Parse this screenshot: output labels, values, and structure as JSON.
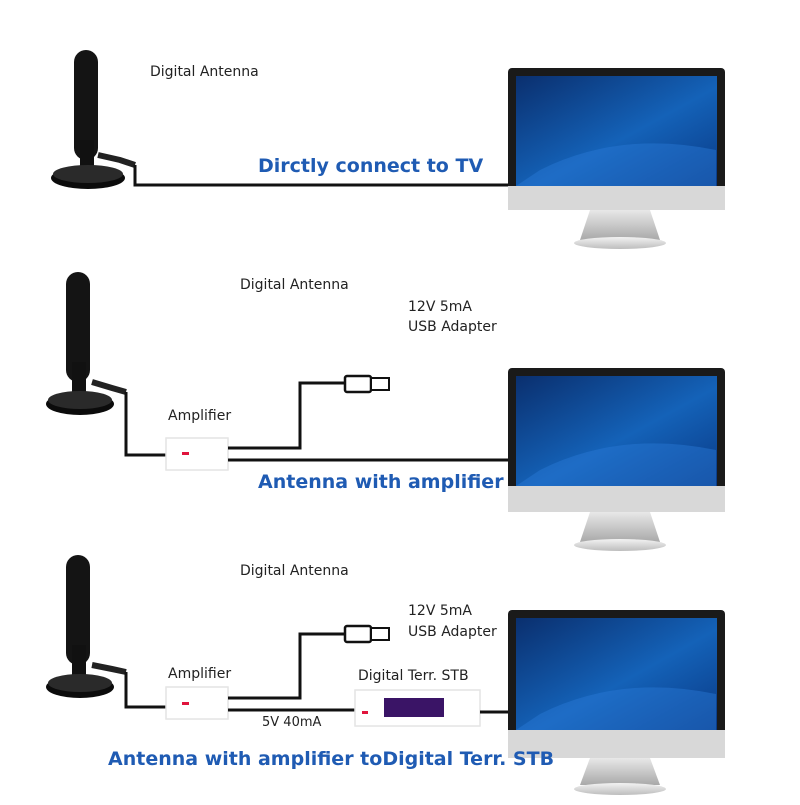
{
  "scenarios": [
    {
      "title": "Dirctly connect to TV",
      "antenna_label": "Digital Antenna"
    },
    {
      "title": "Antenna with amplifier",
      "antenna_label": "Digital Antenna",
      "amplifier_label": "Amplifier",
      "adapter_label_line1": "12V 5mA",
      "adapter_label_line2": "USB Adapter"
    },
    {
      "title": "Antenna with amplifier toDigital Terr. STB",
      "antenna_label": "Digital Antenna",
      "amplifier_label": "Amplifier",
      "adapter_label_line1": "12V 5mA",
      "adapter_label_line2": "USB Adapter",
      "stb_label": "Digital Terr. STB",
      "power_label": "5V 40mA"
    }
  ],
  "colors": {
    "title_blue": "#1f5bb3",
    "cable": "#111111",
    "screen_blue": "#0b3f8f",
    "monitor_frame": "#1a1a1a",
    "stand_silver": "#cfcfcf",
    "led_red": "#e0143c",
    "stb_display": "#3a1466"
  }
}
